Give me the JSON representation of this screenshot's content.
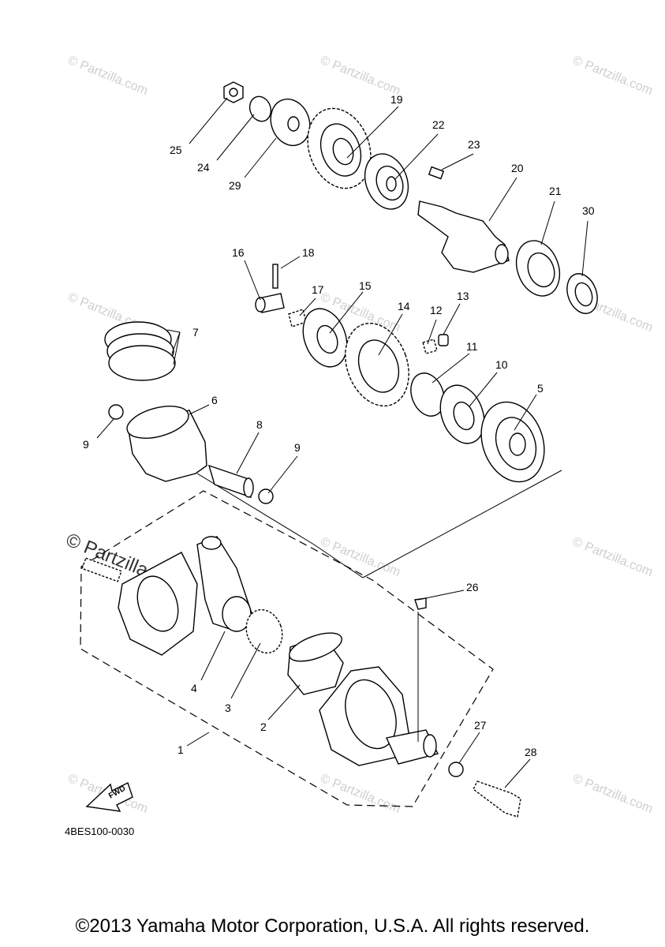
{
  "watermark": "© Partzilla.com",
  "watermark_center": "© Partzilla.com",
  "diagram_code": "4BES100-0030",
  "fwd_label": "FWD",
  "copyright": "©2013 Yamaha Motor Corporation, U.S.A. All rights reserved.",
  "callouts": {
    "c1": "1",
    "c2": "2",
    "c3": "3",
    "c4": "4",
    "c5": "5",
    "c6": "6",
    "c7": "7",
    "c8": "8",
    "c9a": "9",
    "c9b": "9",
    "c10": "10",
    "c11": "11",
    "c12": "12",
    "c13": "13",
    "c14": "14",
    "c15": "15",
    "c16": "16",
    "c17": "17",
    "c18": "18",
    "c19": "19",
    "c20": "20",
    "c21": "21",
    "c22": "22",
    "c23": "23",
    "c24": "24",
    "c25": "25",
    "c26": "26",
    "c27": "27",
    "c28": "28",
    "c29": "29",
    "c30": "30"
  }
}
